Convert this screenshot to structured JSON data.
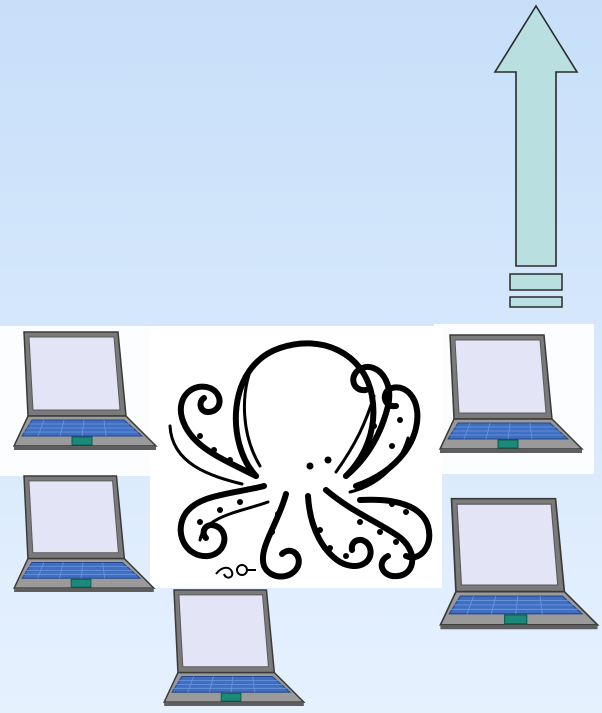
{
  "slide": {
    "background_colors": [
      "#c7dff9",
      "#e6f1fe"
    ]
  },
  "arrow": {
    "fill_color": "#b9dfe0",
    "stroke_color": "#2a2a2a",
    "direction": "up",
    "icon": "arrow-up-icon"
  },
  "octopus": {
    "icon": "octopus-drawing",
    "signature_mark": "ʃO",
    "ink_color": "#000000"
  },
  "laptops": {
    "icon": "laptop-icon",
    "count": 5,
    "screen_color": "#e4e4f7",
    "keyboard_color": "#3f6fc2",
    "touchpad_color": "#1b8a7a",
    "body_color": "#8a8a8a"
  }
}
